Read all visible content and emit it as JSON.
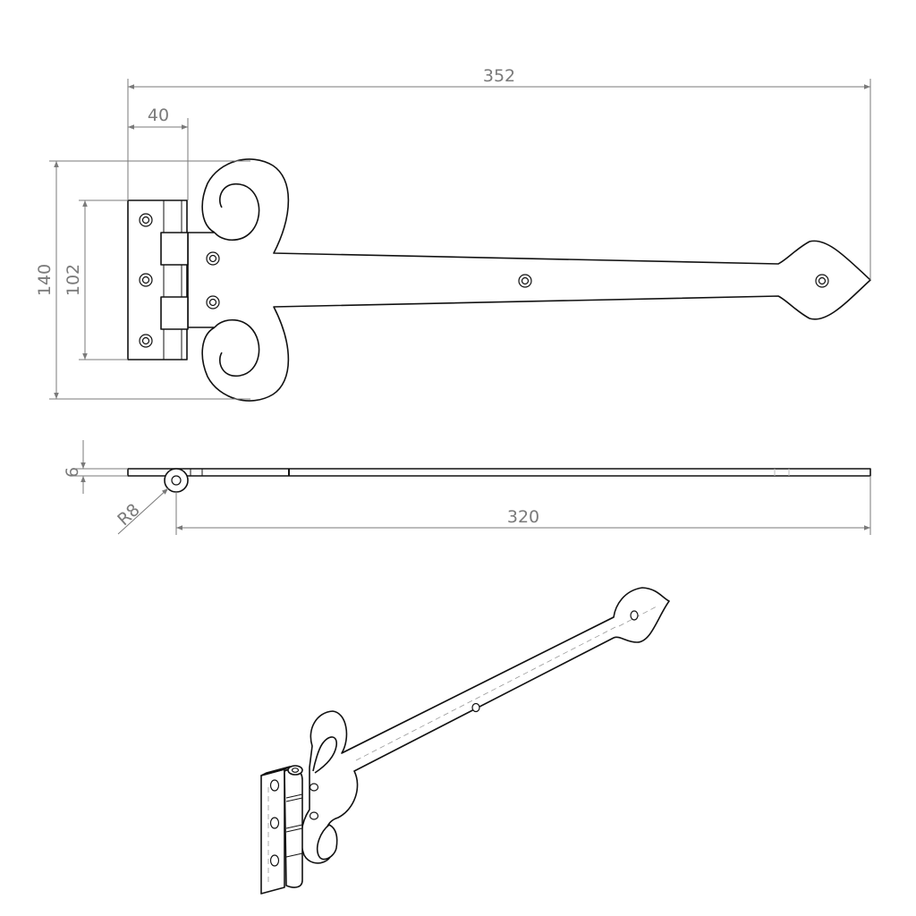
{
  "dimensions": {
    "overall_length": "352",
    "leaf_width": "40",
    "overall_height": "140",
    "leaf_height": "102",
    "thickness": "6",
    "knuckle_radius": "R8",
    "strap_length": "320"
  },
  "colors": {
    "dimension": "#7a7a7a",
    "outline": "#111111",
    "background": "#ffffff"
  }
}
